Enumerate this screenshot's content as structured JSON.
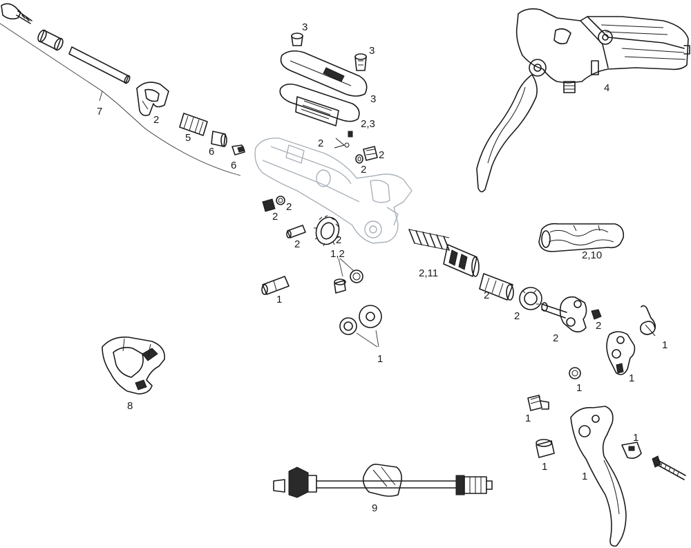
{
  "labels": {
    "l1": "3",
    "l2": "3",
    "l3": "3",
    "l4": "2,3",
    "l5": "2",
    "l6": "2",
    "l7": "2",
    "l8": "7",
    "l9": "2",
    "l10": "5",
    "l11": "6",
    "l12": "6",
    "l13": "4",
    "l14": "2",
    "l15": "2",
    "l16": "2",
    "l17": "2",
    "l18": "1,2",
    "l19": "1",
    "l20": "2,11",
    "l21": "2,10",
    "l22": "2",
    "l23": "2",
    "l24": "2",
    "l25": "2",
    "l26": "1",
    "l27": "1",
    "l28": "1",
    "l29": "1",
    "l30": "8",
    "l31": "1",
    "l32": "1",
    "l33": "1",
    "l34": "1",
    "l35": "9"
  }
}
